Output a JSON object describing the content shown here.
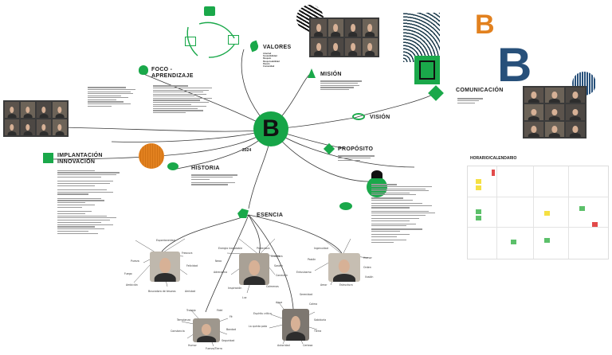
{
  "center": {
    "logo_letter": "B",
    "year": "2024"
  },
  "nodes": {
    "valores": {
      "title": "VALORES",
      "items": [
        "Libertad",
        "Sostenibilidad",
        "Respeto",
        "Responsabilidad",
        "Pasión",
        "Comunidad"
      ]
    },
    "mision": {
      "title": "MISIÓN"
    },
    "vision": {
      "title": "VISIÓN"
    },
    "proposito": {
      "title": "PROPÓSITO"
    },
    "foco": {
      "title_line1": "FOCO -",
      "title_line2": "APRENDIZAJE"
    },
    "historia": {
      "title": "HISTORIA"
    },
    "implantacion": {
      "title_line1": "IMPLANTACIÓN",
      "title_line2": "INNOVACIÓN"
    },
    "esencia": {
      "title": "ESENCIA"
    },
    "comunicacion": {
      "title": "COMUNICACIÓN"
    },
    "horario": {
      "title": "HORARIO/CALENDARIO"
    }
  },
  "brand_letters": {
    "orange_b": "B",
    "blue_b": "B"
  },
  "esencia_words": {
    "left": [
      "Espontaneidad",
      "Frescura",
      "Pureza",
      "Felicidad",
      "Fuego",
      "Ambición",
      "Buscadora de tesoros",
      "Amistad"
    ],
    "center_top": [
      "Energía inagotable",
      "Protectora",
      "Nexo",
      "Creadora",
      "Adrenalina",
      "Sostén",
      "Conexión",
      "Inspiración",
      "Colmenas",
      "Luz"
    ],
    "right_top": [
      "Ingenuidad",
      "Pasión",
      "Humor",
      "Entusiasmo",
      "Orden",
      "Amor",
      "Estructura",
      "Ilusión"
    ],
    "bottom_left": [
      "Trabajo",
      "Fidel",
      "Fé",
      "Templanza",
      "Constancia",
      "Bondad",
      "Seguridad",
      "Humor",
      "Fuerza/Tierra"
    ],
    "bottom_right": [
      "Serenidad",
      "Agua",
      "Calma",
      "Espíritu crítico",
      "La quinta pata",
      "Sabiduría",
      "Tierra",
      "Autoridad",
      "Certeza"
    ]
  }
}
